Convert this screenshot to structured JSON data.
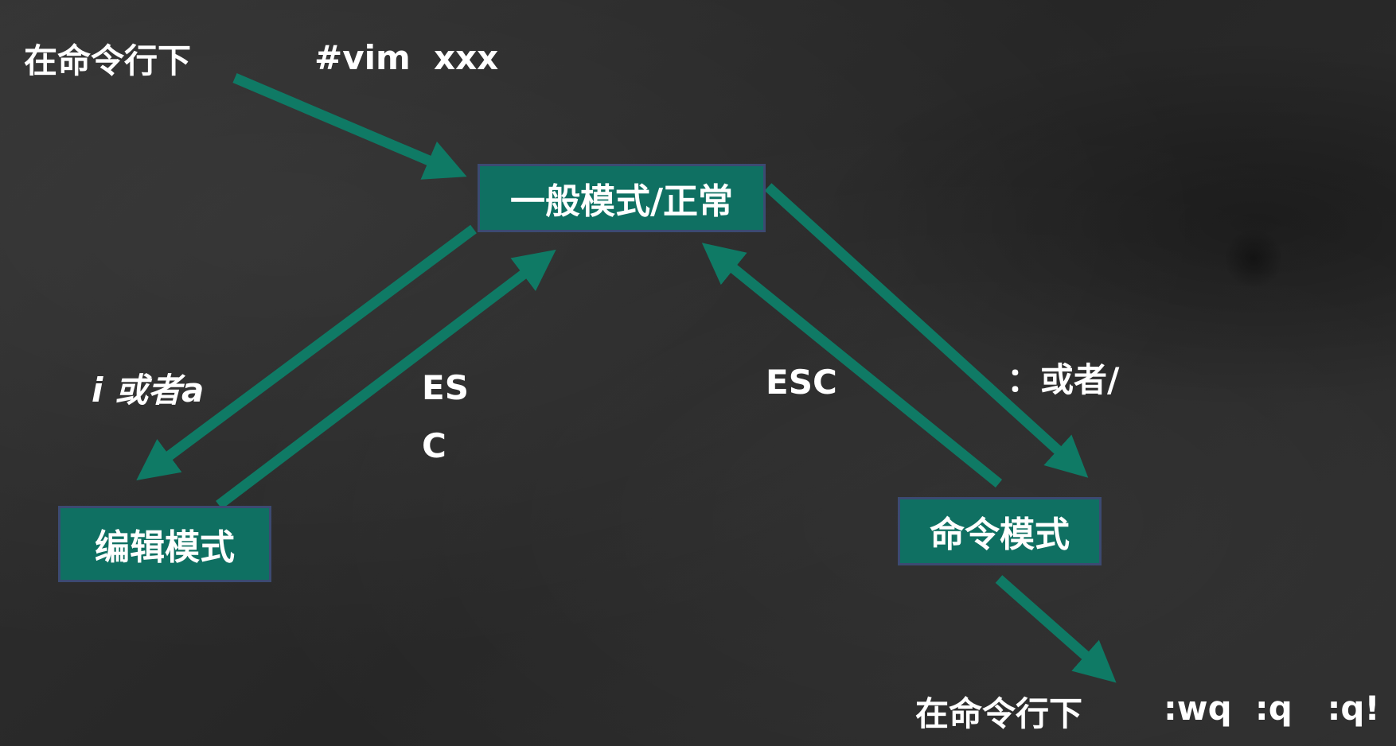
{
  "colors": {
    "accent": "#0f7062",
    "box_border": "#3c4a72",
    "arrow": "#0f7a65"
  },
  "labels": {
    "start_cmdline": "在命令行下",
    "vim_cmd": "#vim  xxx",
    "i_or_a": "i 或者a",
    "esc_left_line1": "ES",
    "esc_left_line2": "C",
    "esc_right": "ESC",
    "colon_or_slash": "：或者/",
    "end_cmdline": "在命令行下",
    "quit_cmds": ":wq  :q   :q!"
  },
  "modes": {
    "normal": "一般模式/正常",
    "edit": "编辑模式",
    "command": "命令模式"
  }
}
